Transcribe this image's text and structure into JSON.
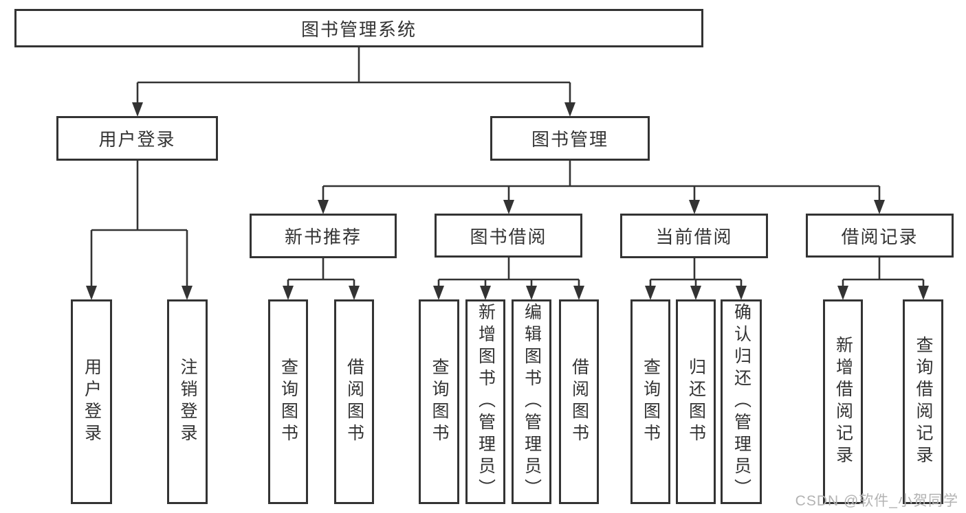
{
  "nodes": {
    "root": {
      "label": "图书管理系统"
    },
    "user_login": {
      "label": "用户登录"
    },
    "book_mgmt": {
      "label": "图书管理"
    },
    "new_book_rec": {
      "label": "新书推荐"
    },
    "book_borrow": {
      "label": "图书借阅"
    },
    "current_borrow": {
      "label": "当前借阅"
    },
    "borrow_record": {
      "label": "借阅记录"
    },
    "leaf_user_login": {
      "label": "用户登录"
    },
    "leaf_logout": {
      "label": "注销登录"
    },
    "leaf_query_book_rec": {
      "label": "查询图书"
    },
    "leaf_borrow_book_rec": {
      "label": "借阅图书"
    },
    "leaf_query_book_borrow": {
      "label": "查询图书"
    },
    "leaf_add_book": {
      "label": "新增图书（管理员）"
    },
    "leaf_edit_book": {
      "label": "编辑图书（管理员）"
    },
    "leaf_borrow_book_borrow": {
      "label": "借阅图书"
    },
    "leaf_query_book_current": {
      "label": "查询图书"
    },
    "leaf_return_book": {
      "label": "归还图书"
    },
    "leaf_confirm_return": {
      "label": "确认归还（管理员）"
    },
    "leaf_add_record": {
      "label": "新增借阅记录"
    },
    "leaf_query_record": {
      "label": "查询借阅记录"
    }
  },
  "watermark": {
    "text": "CSDN @软件_小贺同学"
  },
  "colors": {
    "line": "#333333",
    "box_border": "#333333",
    "text": "#333333",
    "watermark": "#b3b3b3",
    "background": "#ffffff"
  }
}
